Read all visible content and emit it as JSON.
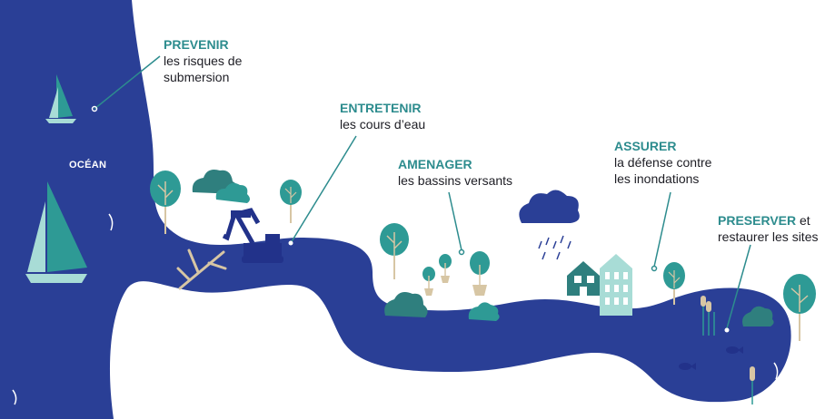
{
  "ocean_label": "OCÉAN",
  "steps": [
    {
      "heading": "PREVENIR",
      "text_lines": [
        "les risques de",
        "submersion"
      ]
    },
    {
      "heading": "ENTRETENIR",
      "text_lines": [
        "les cours d’eau"
      ]
    },
    {
      "heading": "AMENAGER",
      "text_lines": [
        "les bassins versants"
      ]
    },
    {
      "heading": "ASSURER",
      "text_lines": [
        "la défense contre",
        "les inondations"
      ]
    },
    {
      "heading": "PRESERVER",
      "heading_suffix": " et",
      "text_lines": [
        "restaurer les sites"
      ]
    }
  ],
  "colors": {
    "river": "#2a3f96",
    "accent": "#2d8c8e",
    "tree": "#2e9a95",
    "shrub": "#2f7f7e",
    "light_teal": "#a8dcd6",
    "trunk": "#d7c6a4",
    "excavator": "#22328a"
  }
}
